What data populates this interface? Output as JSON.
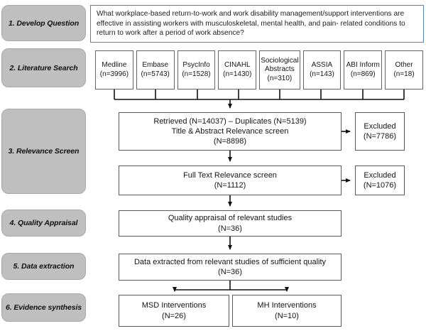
{
  "colors": {
    "sidebar_fill": "#BFBFBF",
    "question_border": "#4F81BD",
    "box_border": "#595959",
    "connector": "#111111"
  },
  "sidebar": {
    "steps": [
      {
        "label": "1. Develop Question"
      },
      {
        "label": "2. Literature Search"
      },
      {
        "label": "3. Relevance Screen"
      },
      {
        "label": "4. Quality Appraisal"
      },
      {
        "label": "5. Data extraction"
      },
      {
        "label": "6. Evidence synthesis"
      }
    ]
  },
  "question": {
    "text": "What workplace-based return-to-work and work disability management/support interventions are effective in assisting workers with musculoskeletal, mental health, and pain- related conditions to return to work after a period of work absence?"
  },
  "literature_search": {
    "databases": [
      {
        "name": "Medline",
        "count": "(n=3996)"
      },
      {
        "name": "Embase",
        "count": "(n=5743)"
      },
      {
        "name": "PsycInfo",
        "count": "(n=1528)"
      },
      {
        "name": "CINAHL",
        "count": "(n=1430)"
      },
      {
        "name": "Sociological Abstracts",
        "count": "(n=310)"
      },
      {
        "name": "ASSIA",
        "count": "(n=143)"
      },
      {
        "name": "ABI Inform",
        "count": "(n=869)"
      },
      {
        "name": "Other",
        "count": "(n=18)"
      }
    ]
  },
  "flow": {
    "retrieved": {
      "line1": "Retrieved (N=14037) – Duplicates (N=5139)",
      "line2": "Title & Abstract Relevance screen",
      "line3": "(N=8898)"
    },
    "excluded_title_abstract": {
      "line1": "Excluded",
      "line2": "(N=7786)"
    },
    "full_text": {
      "line1": "Full Text Relevance screen",
      "line2": "(N=1112)"
    },
    "excluded_full_text": {
      "line1": "Excluded",
      "line2": "(N=1076)"
    },
    "quality_appraisal": {
      "line1": "Quality appraisal of relevant studies",
      "line2": "(N=36)"
    },
    "data_extraction": {
      "line1": "Data extracted from relevant studies of sufficient quality",
      "line2": "(N=36)"
    },
    "msd": {
      "line1": "MSD Interventions",
      "line2": "(N=26)"
    },
    "mh": {
      "line1": "MH Interventions",
      "line2": "(N=10)"
    }
  }
}
